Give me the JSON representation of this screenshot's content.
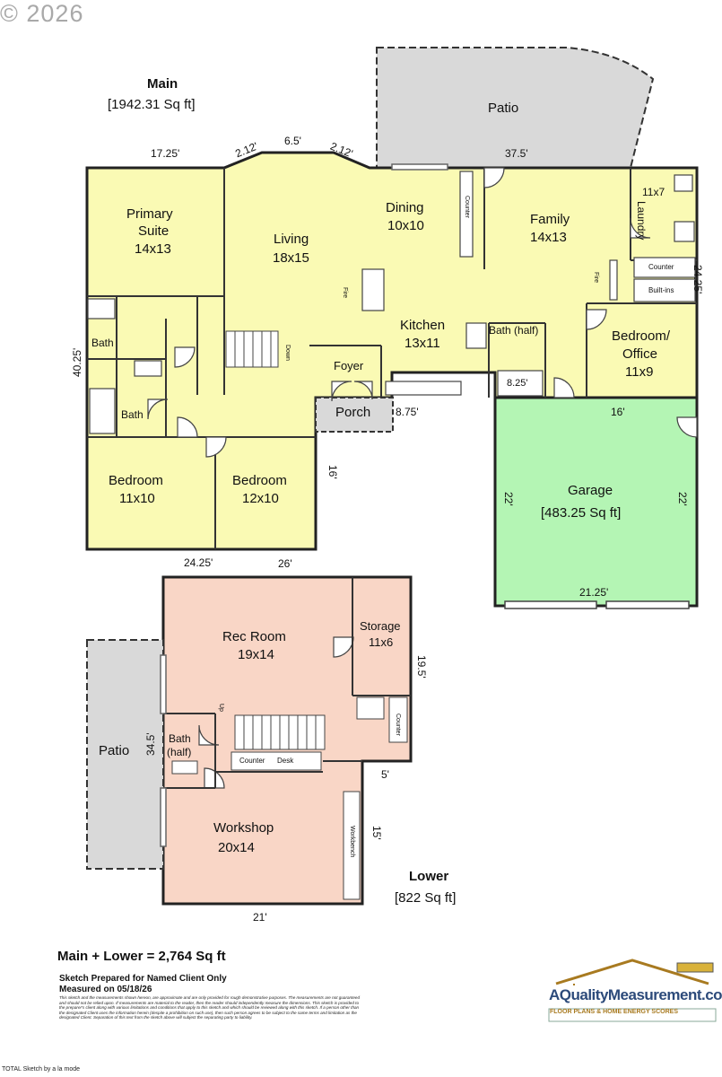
{
  "copyright": "© 2026",
  "floors": {
    "main": {
      "name": "Main",
      "area": "[1942.31 Sq ft]"
    },
    "lower": {
      "name": "Lower",
      "area": "[822 Sq ft]"
    }
  },
  "rooms": {
    "patio_top": "Patio",
    "primary_suite": [
      "Primary",
      "Suite",
      "14x13"
    ],
    "living": [
      "Living",
      "18x15"
    ],
    "dining": [
      "Dining",
      "10x10"
    ],
    "family": [
      "Family",
      "14x13"
    ],
    "laundry": [
      "Laundry",
      "11x7"
    ],
    "bath1": "Bath",
    "bath2": "Bath",
    "kitchen": [
      "Kitchen",
      "13x11"
    ],
    "bath_half": "Bath (half)",
    "bedroom_office": [
      "Bedroom/",
      "Office",
      "11x9"
    ],
    "foyer": "Foyer",
    "porch": "Porch",
    "bedroom1": [
      "Bedroom",
      "11x10"
    ],
    "bedroom2": [
      "Bedroom",
      "12x10"
    ],
    "garage": [
      "Garage",
      "[483.25 Sq ft]"
    ],
    "rec_room": [
      "Rec Room",
      "19x14"
    ],
    "storage": [
      "Storage",
      "11x6"
    ],
    "patio_lower": "Patio",
    "bath_lower": [
      "Bath",
      "(half)"
    ],
    "workshop": [
      "Workshop",
      "20x14"
    ]
  },
  "fixtures": {
    "counter1": "Counter",
    "counter2": "Counter",
    "builtins": "Built-ins",
    "fire1": "Fire",
    "fire2": "Fire",
    "down": "Down",
    "up": "Up",
    "counter3": "Counter",
    "desk": "Desk",
    "counter4": "Counter",
    "workbench": "Workbench"
  },
  "dimensions": {
    "d1": "17.25'",
    "d2": "2.12'",
    "d3": "6.5'",
    "d4": "2.12'",
    "d5": "37.5'",
    "d6": "24.25'",
    "d7": "40.25'",
    "d8": "8.75'",
    "d9": "8.25'",
    "d10": "16'",
    "d11": "16'",
    "d12": "22'",
    "d13": "22'",
    "d14": "24.25'",
    "d15": "26'",
    "d16": "21.25'",
    "d17": "19.5'",
    "d18": "34.5'",
    "d19": "5'",
    "d20": "15'",
    "d21": "21'"
  },
  "summary": "Main + Lower = 2,764 Sq ft",
  "prepared": [
    "Sketch Prepared for Named Client Only",
    "Measured on 05/18/26"
  ],
  "disclaimer": "This sketch and the measurements shown hereon, are approximate and are only provided for rough demonstrative purposes. The measurements are not guaranteed and should not be relied upon. If measurements are material to the reader, then the reader should independently measure the dimensions. This sketch is provided to the preparer's client along with various limitations and conditions that apply to this sketch and which should be reviewed along with this sketch. If a person other than the designated Client uses the information herein (despite a prohibition on such use), then such person agrees to be subject to the same terms and limitation as the designated Client. Separation of this text from the sketch above will subject the separating party to liability.",
  "logo": {
    "name": "AQualityMeasurement.com",
    "tagline": "FLOOR PLANS & HOME ENERGY SCORES"
  },
  "footer": "TOTAL Sketch by a la mode",
  "colors": {
    "main": "#fafab4",
    "garage": "#b4f5b4",
    "lower": "#f9d6c6",
    "patio": "#d9d9d9"
  }
}
